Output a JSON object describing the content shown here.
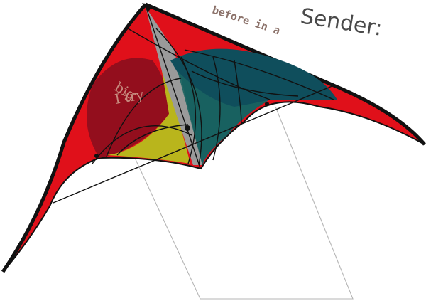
{
  "image": {
    "subject": "kite-illustration",
    "background_color": "#ffffff"
  },
  "annotations": {
    "sender_label": "Sender:",
    "before_label": "before in a",
    "big_label": "big",
    "try_label": "I try"
  },
  "colors": {
    "sail_red": "#e0101a",
    "outline_black": "#111111",
    "panel_dark_red": "#8e0f1d",
    "panel_olive": "#b9b51c",
    "panel_teal_dark": "#0f4e5c",
    "panel_teal": "#1a6461",
    "spine_gray": "#9a9a9a",
    "lines_gray": "#b5b5b5"
  }
}
